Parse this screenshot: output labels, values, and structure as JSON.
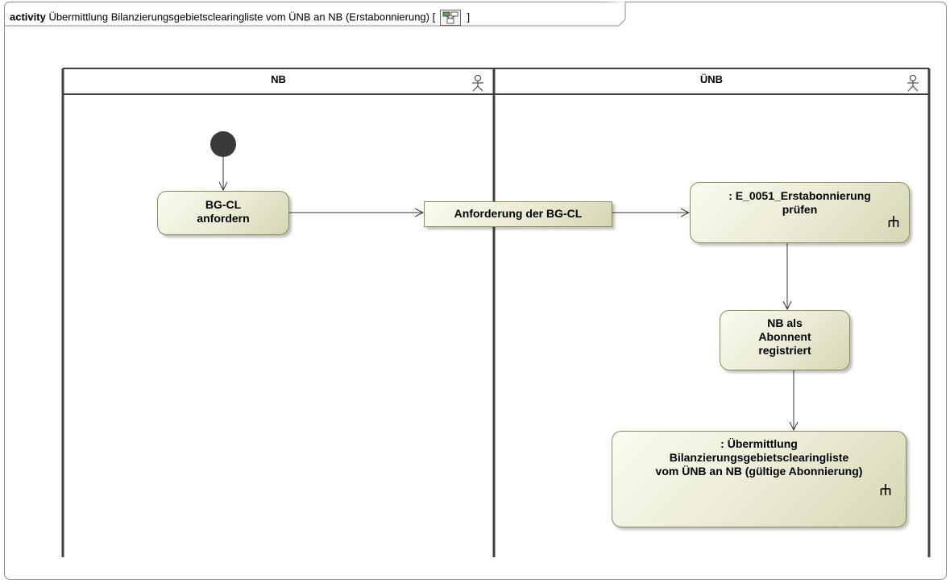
{
  "diagram": {
    "frame_keyword": "activity",
    "frame_title": "Übermittlung Bilanzierungsgebietsclearingliste vom ÜNB an NB (Erstabonnierung) [",
    "frame_title_end": "]"
  },
  "lanes": [
    {
      "title": "NB"
    },
    {
      "title": "ÜNB"
    }
  ],
  "nodes": {
    "request": "BG-CL\nanfordern",
    "object": "Anforderung der BG-CL",
    "check": ": E_0051_Erstabonnierung\nprüfen",
    "register": "NB als\nAbonnent\nregistriert",
    "transmit": ": Übermittlung\nBilanzierungsgebietsclearingliste\nvom ÜNB an NB (gültige Abonnierung)"
  },
  "colors": {
    "node_border": "#8a8a5a",
    "node_fill": "#eaead4",
    "line": "#404040"
  }
}
